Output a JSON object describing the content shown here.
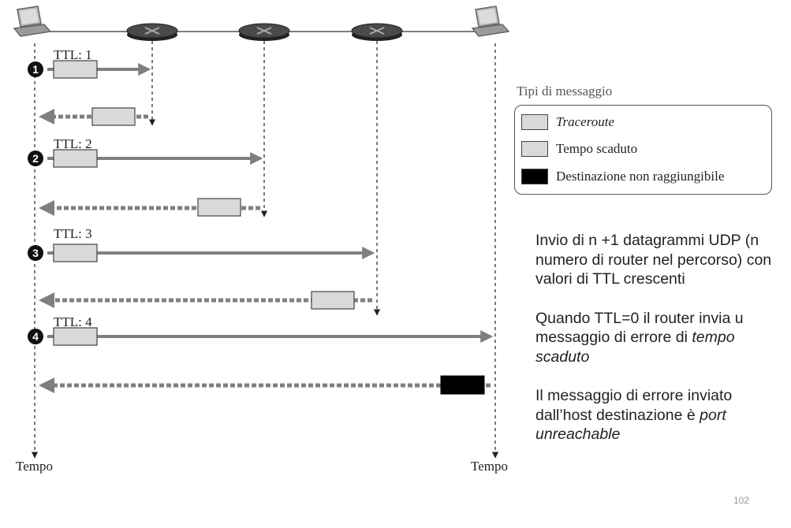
{
  "diagram": {
    "ttl_labels": [
      "TTL: 1",
      "TTL: 2",
      "TTL: 3",
      "TTL: 4"
    ],
    "step_numbers": [
      "1",
      "2",
      "3",
      "4"
    ],
    "time_label_left": "Tempo",
    "time_label_right": "Tempo"
  },
  "legend": {
    "title": "Tipi di messaggio",
    "items": [
      {
        "label": "Traceroute",
        "color": "#d9d9d9"
      },
      {
        "label": "Tempo scaduto",
        "color": "#d9d9d9"
      },
      {
        "label": "Destinazione non raggiungibile",
        "color": "#000000"
      }
    ]
  },
  "notes": {
    "note1": "Invio di n +1 datagrammi UDP (n numero di router nel percorso) con valori di TTL crescenti",
    "note2_text": "Quando TTL=0 il router invia u messaggio di errore di ",
    "note2_italic": "tempo scaduto",
    "note3_text": "Il messaggio di errore inviato dall’host destinazione è ",
    "note3_italic": "port unreachable"
  },
  "page_number": "102",
  "colors": {
    "arrow": "#7f7f7f",
    "packet_fill": "#d9d9d9",
    "router_fill": "#3a3a3a",
    "error_fill": "#000000"
  }
}
